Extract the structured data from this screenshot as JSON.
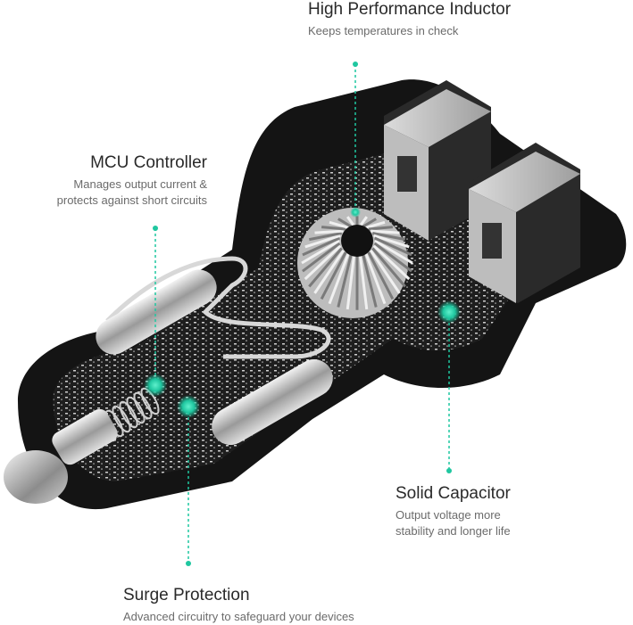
{
  "features": {
    "inductor": {
      "title": "High Performance Inductor",
      "desc": "Keeps temperatures in check"
    },
    "mcu": {
      "title": "MCU Controller",
      "desc_line1": "Manages output current &",
      "desc_line2": "protects against short circuits"
    },
    "capacitor": {
      "title": "Solid Capacitor",
      "desc_line1": "Output voltage more",
      "desc_line2": "stability and longer life"
    },
    "surge": {
      "title": "Surge Protection",
      "desc": "Advanced circuitry to safeguard your devices"
    }
  },
  "colors": {
    "accent": "#1fc7a0",
    "body": "#1a1a1a",
    "board": "#222222",
    "metal": "#c9c9c9"
  }
}
